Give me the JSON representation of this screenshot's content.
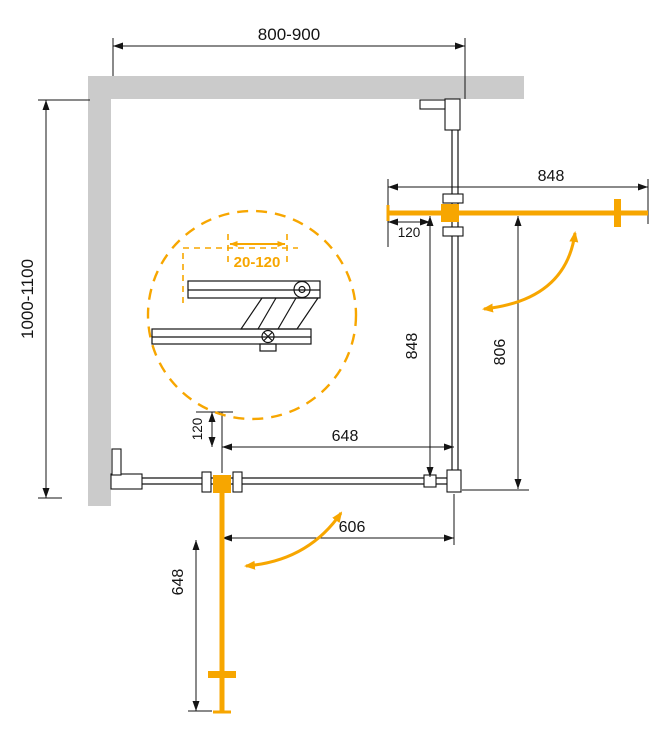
{
  "colors": {
    "accent": "#F7A600",
    "wall": "#CBCBCB",
    "line": "#141414"
  },
  "dimensions": {
    "overall_width": "800-900",
    "overall_depth": "1000-1100",
    "top_door_width": "848",
    "top_door_offset": "120",
    "side_panel_height": "848",
    "side_clearance": "806",
    "front_panel_width": "648",
    "front_door_offset": "120",
    "front_clearance": "606",
    "front_door_height": "648",
    "detail_adjustment_range": "20-120"
  }
}
